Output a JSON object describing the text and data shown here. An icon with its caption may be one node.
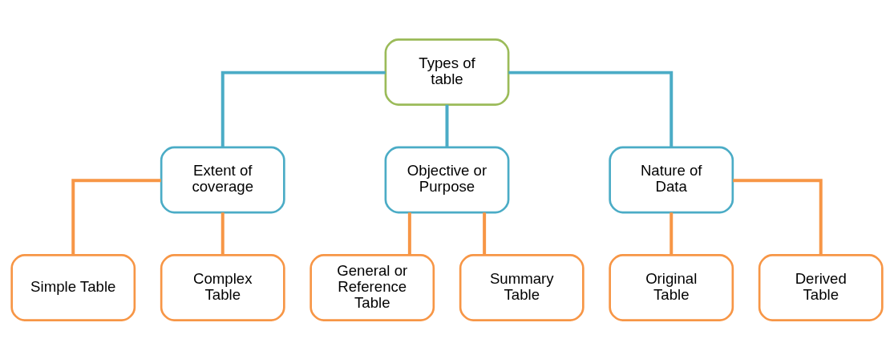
{
  "diagram": {
    "nodes": [
      {
        "text": [
          "Types of table"
        ]
      },
      {
        "text": [
          "Extent of coverage"
        ]
      },
      {
        "text": [
          "Objective or Purpose"
        ]
      },
      {
        "text": [
          "Nature of Data"
        ]
      },
      {
        "text": [
          "Simple Table"
        ]
      },
      {
        "text": [
          "Complex Table"
        ]
      },
      {
        "text": [
          "General or Reference Table"
        ]
      },
      {
        "text": [
          "Summary Table"
        ]
      },
      {
        "text": [
          "Original Table"
        ]
      },
      {
        "text": [
          "Derived Table"
        ]
      }
    ],
    "edges": [
      {
        "from": 0,
        "to": 1,
        "arrow": "none",
        "color": "#4bacc6"
      },
      {
        "from": 0,
        "to": 2,
        "arrow": "none",
        "color": "#4bacc6"
      },
      {
        "from": 0,
        "to": 3,
        "arrow": "none",
        "color": "#4bacc6"
      },
      {
        "from": 1,
        "to": 4,
        "arrow": "none"
      },
      {
        "from": 1,
        "to": 5,
        "arrow": "none"
      },
      {
        "from": 2,
        "to": 6,
        "arrow": "none"
      },
      {
        "from": 2,
        "to": 7,
        "arrow": "none"
      },
      {
        "from": 3,
        "to": 8,
        "arrow": "none"
      },
      {
        "from": 3,
        "to": 9,
        "arrow": "none"
      }
    ]
  }
}
